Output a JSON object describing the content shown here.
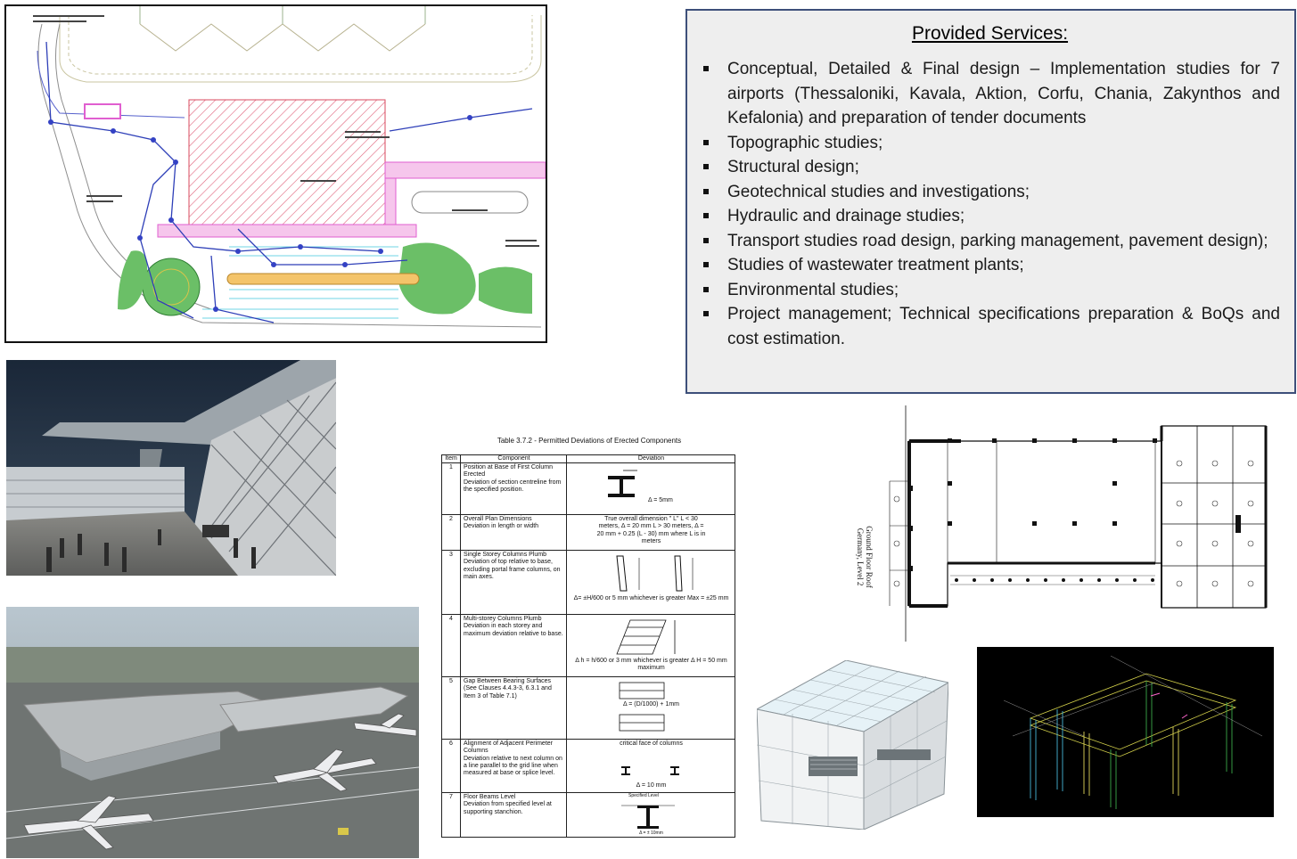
{
  "services": {
    "title": "Provided Services:",
    "items": [
      "Conceptual, Detailed & Final design – Implementation studies for 7 airports (Thessaloniki, Kavala, Aktion, Corfu, Chania, Zakynthos and Kefalonia) and preparation of tender documents",
      "Topographic studies;",
      "Structural design;",
      "Geotechnical studies and investigations;",
      "Hydraulic and drainage studies;",
      "Transport studies road design, parking management, pavement design);",
      "Studies of wastewater treatment plants;",
      "Environmental studies;",
      "Project management; Technical specifications preparation & BoQs and cost estimation."
    ]
  },
  "table": {
    "caption": "Table 3.7.2 - Permitted Deviations of Erected Components",
    "headers": [
      "Item",
      "Component",
      "Deviation"
    ],
    "rows": [
      {
        "num": "1",
        "title": "Position at Base of First Column Erected",
        "desc": "Deviation of section centreline from the specified position.",
        "dev": "Δ = 5mm"
      },
      {
        "num": "2",
        "title": "Overall Plan Dimensions",
        "desc": "Deviation in length or width",
        "dev": "True overall dimension \" L\" L < 30 meters, Δ = 20 mm L > 30 meters, Δ = 20 mm + 0.25 (L - 30) mm where L is in meters"
      },
      {
        "num": "3",
        "title": "Single Storey Columns Plumb",
        "desc": "Deviation of top relative to base, excluding portal frame columns, on main axes.",
        "dev": "Δ= ±H/600 or 5 mm whichever is greater Max = ±25 mm"
      },
      {
        "num": "4",
        "title": "Multi-storey Columns Plumb",
        "desc": "Deviation in each storey and maximum deviation relative to base.",
        "dev": "Δ h = h/600 or 3 mm whichever is greater Δ H = 50 mm maximum"
      },
      {
        "num": "5",
        "title": "Gap Between Bearing Surfaces",
        "desc": "(See Clauses 4.4.3-3, 6.3.1 and Item 3 of Table 7.1)",
        "dev": "Δ = (D/1000) + 1mm"
      },
      {
        "num": "6",
        "title": "Alignment of Adjacent Perimeter Columns",
        "desc": "Deviation relative to next column on a line parallel to the grid line when measured at base or splice level.",
        "dev": "Δ = 10 mm"
      },
      {
        "num": "7",
        "title": "Floor Beams Level",
        "desc": "Deviation from specified level at supporting stanchion.",
        "dev": "Δ = ± 10mm"
      }
    ],
    "row6_note": "critical face of columns",
    "row7_label": "Specified Level"
  },
  "floorplan": {
    "side_label": "Ground Floor Roof",
    "side_label2": "Germany, Level 2"
  },
  "colors": {
    "box_border": "#3d4f7a",
    "box_bg": "#eeeeee",
    "cad_pink": "#ff66cc",
    "cad_green": "#3ca84a"
  }
}
